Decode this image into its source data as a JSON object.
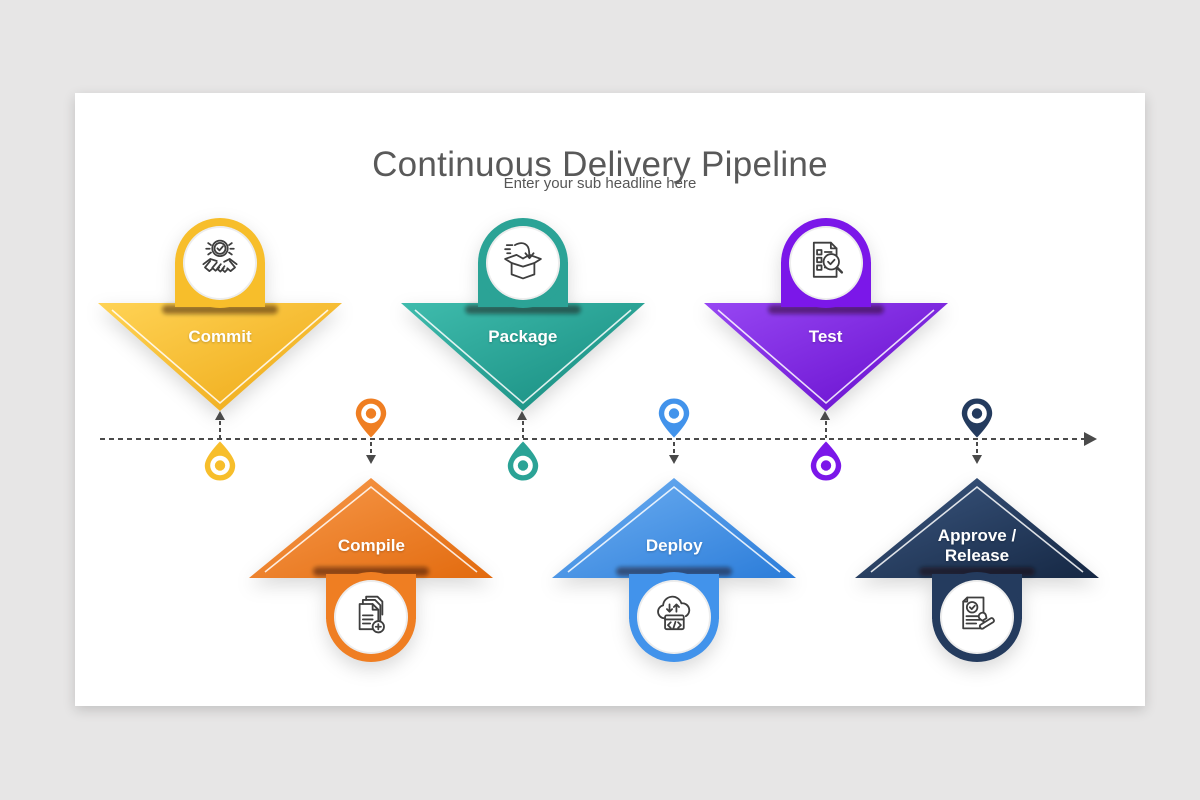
{
  "title": "Continuous Delivery Pipeline",
  "subtitle": "Enter your sub headline here",
  "colors": {
    "background": "#E7E6E6",
    "card": "#FFFFFF",
    "title_text": "#595959",
    "subtitle_text": "#565656",
    "timeline_line": "#4A4A4A",
    "stage_label_text": "#FFFFFF",
    "icon_stroke": "#3E3E3E"
  },
  "timeline": {
    "style": "dashed",
    "direction": "left-to-right",
    "end_marker": "arrow-right"
  },
  "stages": [
    {
      "label": "Commit",
      "row": "top",
      "icon": "handshake-check-icon",
      "color": "#F7BE2B",
      "color_light": "#FFD355",
      "color_dark": "#EDA714"
    },
    {
      "label": "Compile",
      "row": "bottom",
      "icon": "documents-add-icon",
      "color": "#EF7E22",
      "color_light": "#F89B4D",
      "color_dark": "#E26A0E"
    },
    {
      "label": "Package",
      "row": "top",
      "icon": "open-box-arrow-icon",
      "color": "#2BA396",
      "color_light": "#3FBCAD",
      "color_dark": "#15897D"
    },
    {
      "label": "Deploy",
      "row": "bottom",
      "icon": "cloud-code-icon",
      "color": "#4293EB",
      "color_light": "#6FB0F2",
      "color_dark": "#2B7CD9"
    },
    {
      "label": "Test",
      "row": "top",
      "icon": "checklist-magnifier-icon",
      "color": "#7B17E9",
      "color_light": "#9747F3",
      "color_dark": "#650BCB"
    },
    {
      "label": "Approve / Release",
      "row": "bottom",
      "icon": "stamp-approval-icon",
      "color": "#243B5E",
      "color_light": "#3C5881",
      "color_dark": "#152743"
    }
  ]
}
